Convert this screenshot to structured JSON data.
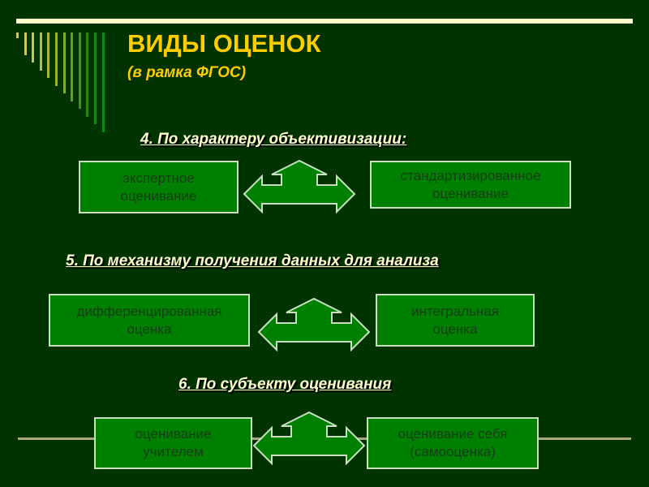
{
  "title": "ВИДЫ ОЦЕНОК",
  "subtitle": "(в рамка ФГОС)",
  "colors": {
    "background": "#003300",
    "title": "#ffcc00",
    "heading": "#ffffcc",
    "box_fill": "#008000",
    "box_text": "#173d17"
  },
  "sections": [
    {
      "heading": "4. По характеру объективизации:",
      "left": [
        "экспертное",
        "оценивание"
      ],
      "right": [
        "стандартизированное",
        "оценивание"
      ],
      "icon": "three-way-arrow-icon"
    },
    {
      "heading": "5. По механизму получения данных для анализа",
      "left": [
        "дифференцированная",
        "оценка"
      ],
      "right": [
        "интегральная",
        "оценка"
      ],
      "icon": "three-way-arrow-icon"
    },
    {
      "heading": "6. По субъекту оценивания",
      "left": [
        "оценивание",
        "учителем"
      ],
      "right": [
        "оценивание себя",
        "(самооценка)"
      ],
      "icon": "three-way-arrow-icon"
    }
  ]
}
